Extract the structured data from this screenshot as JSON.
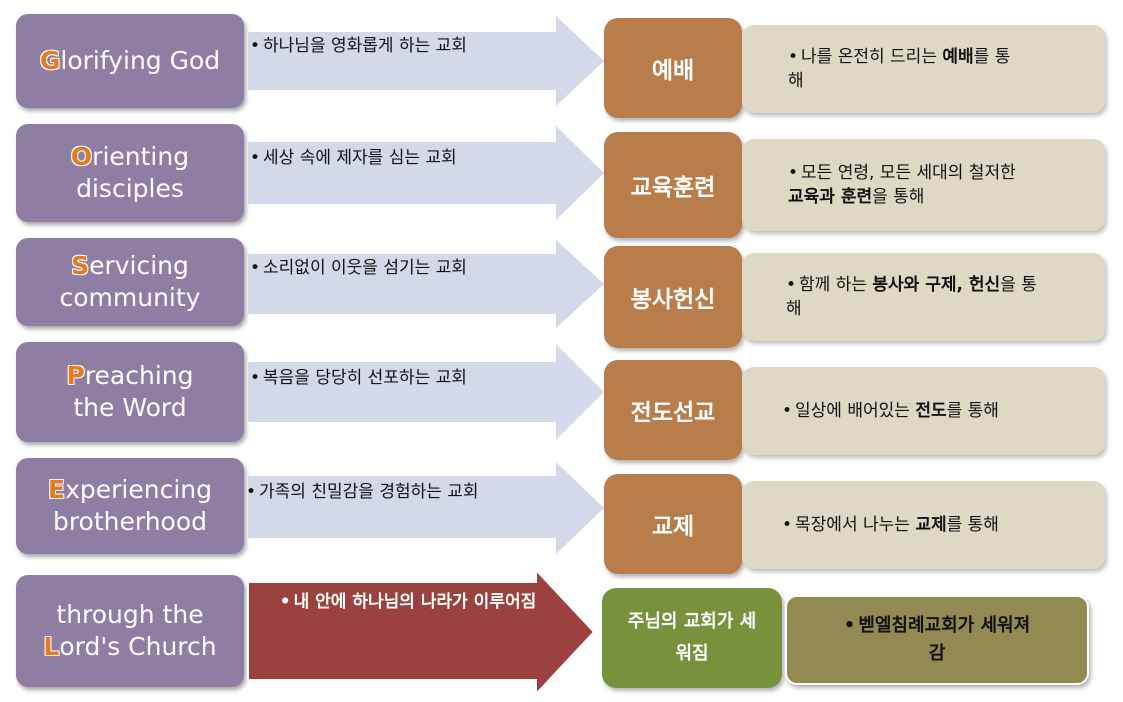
{
  "rows": [
    {
      "cap": "G",
      "rest_line1": "lorifying God",
      "line2": "",
      "arrow_text": "하나님을 영화롭게 하는 교회",
      "box": "예배",
      "desc_pre": "나를 온전히 드리는 ",
      "desc_bold": "예배",
      "desc_post": "를 통해"
    },
    {
      "cap": "O",
      "rest_line1": "rienting",
      "line2": "disciples",
      "arrow_text": "세상 속에 제자를 심는 교회",
      "box": "교육훈련",
      "desc_pre": "모든 연령, 모든 세대의 철저한 ",
      "desc_bold": "교육과 훈련",
      "desc_post": "을 통해"
    },
    {
      "cap": "S",
      "rest_line1": "ervicing",
      "line2": "community",
      "arrow_text": "소리없이 이웃을 섬기는 교회",
      "box": "봉사헌신",
      "desc_pre": "함께 하는 ",
      "desc_bold": "봉사와 구제, 헌신",
      "desc_post": "을 통해"
    },
    {
      "cap": "P",
      "rest_line1": "reaching",
      "line2": "the Word",
      "arrow_text": "복음을 당당히 선포하는 교회",
      "box": "전도선교",
      "desc_pre": "일상에 배어있는 ",
      "desc_bold": "전도",
      "desc_post": "를 통해"
    },
    {
      "cap": "E",
      "rest_line1": "xperiencing",
      "line2": "brotherhood",
      "arrow_text": "가족의 친밀감을 경험하는 교회",
      "box": "교제",
      "desc_pre": "목장에서 나누는 ",
      "desc_bold": "교제",
      "desc_post": "를 통해"
    }
  ],
  "final": {
    "line1": "through the",
    "cap": "L",
    "rest_line2": "ord's Church",
    "arrow_text": "내 안에 하나님의 나라가 이루어짐",
    "green_box": "주님의 교회가 세워짐",
    "olive_box": "벧엘침례교회가 세워져감"
  },
  "colors": {
    "purple": "#8e7ea4",
    "letter_accent": "#e87a1e",
    "arrow_light": "#d3d9e8",
    "brown": "#b87d4b",
    "beige": "#ddd9c4",
    "red_arrow": "#9b4240",
    "green": "#76923c",
    "olive": "#938953"
  }
}
